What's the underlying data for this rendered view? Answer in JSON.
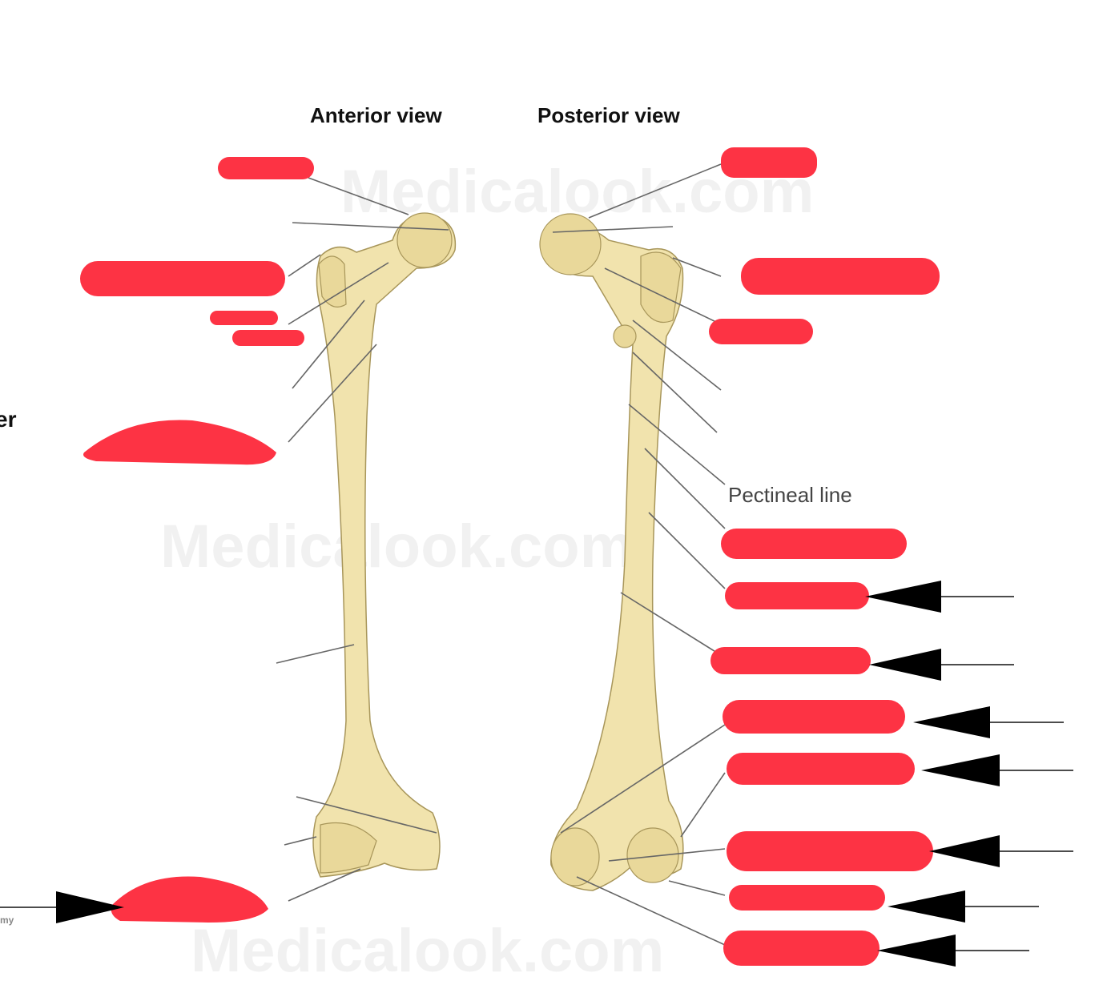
{
  "titles": {
    "anterior": "Anterior view",
    "posterior": "Posterior view"
  },
  "labels": {
    "pectineal_line": "Pectineal line",
    "left_edge_fragment": "er",
    "left_caption_fragment": "my"
  },
  "watermark": "Medicalook.com",
  "colors": {
    "redaction": "#fd3344",
    "bone": "#f1e3ad",
    "arrow": "#000000"
  }
}
